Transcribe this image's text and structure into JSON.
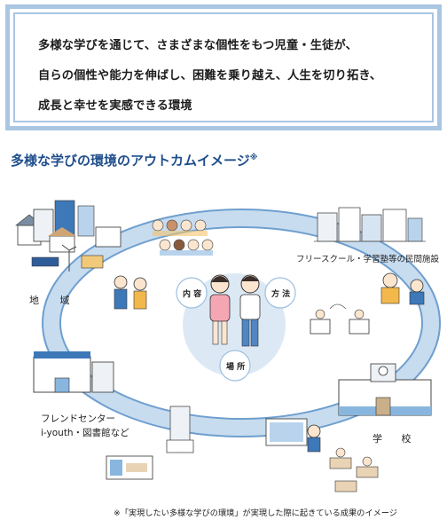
{
  "vision": {
    "line1": "多様な学びを通じて、さまざまな個性をもつ児童・生徒が、",
    "line2": "自らの個性や能力を伸ばし、困難を乗り越え、人生を切り拓き、",
    "line3": "成長と幸せを実感できる環境"
  },
  "section_title": "多様な学びの環境のアウトカムイメージ",
  "section_title_mark": "※",
  "diagram": {
    "center_labels": {
      "content": "内 容",
      "method": "方 法",
      "place": "場 所"
    },
    "region": "地 域",
    "free_school": "フリースクール・学習塾等の民間施設",
    "friend_center_line1": "フレンドセンター",
    "friend_center_line2": "i-youth・図書館など",
    "school": "学 校"
  },
  "footnote": "※「実現したい多様な学びの環境」が実現した際に起きている成果のイメージ",
  "colors": {
    "ring": "#c7dcef",
    "ring_edge": "#6f9fcf",
    "frame": "#a9c6e3",
    "title": "#1f4e8c",
    "center_fill": "#dce9f5"
  }
}
